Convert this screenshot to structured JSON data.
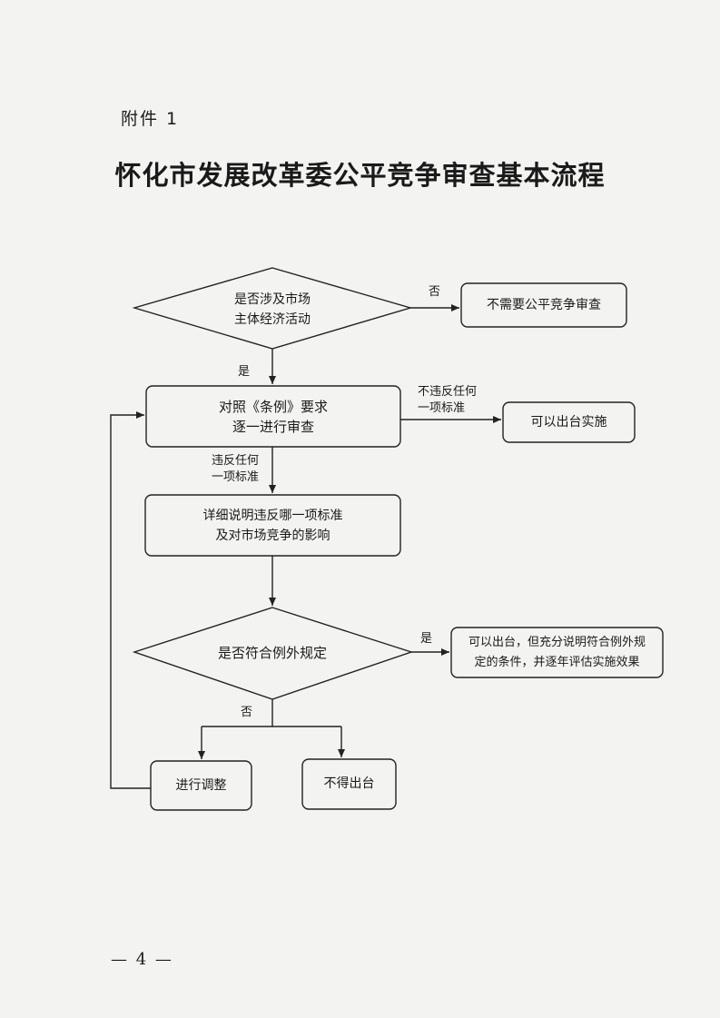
{
  "header": {
    "attachment": "附件 1"
  },
  "title": "怀化市发展改革委公平竞争审查基本流程",
  "flow": {
    "q1": {
      "line1": "是否涉及市场",
      "line2": "主体经济活动"
    },
    "q1_no_label": "否",
    "no_review": "不需要公平竞争审查",
    "q1_yes_label": "是",
    "review": {
      "line1": "对照《条例》要求",
      "line2": "逐一进行审查"
    },
    "no_violation_label": {
      "line1": "不违反任何",
      "line2": "一项标准"
    },
    "can_issue": "可以出台实施",
    "violation_label": {
      "line1": "违反任何",
      "line2": "一项标准"
    },
    "explain": {
      "line1": "详细说明违反哪一项标准",
      "line2": "及对市场竞争的影响"
    },
    "q2": "是否符合例外规定",
    "q2_yes_label": "是",
    "exception": {
      "line1": "可以出台，但充分说明符合例外规",
      "line2": "定的条件，并逐年评估实施效果"
    },
    "q2_no_label": "否",
    "adjust": "进行调整",
    "not_issue": "不得出台"
  },
  "footer": {
    "page_number": "— 4 —"
  }
}
